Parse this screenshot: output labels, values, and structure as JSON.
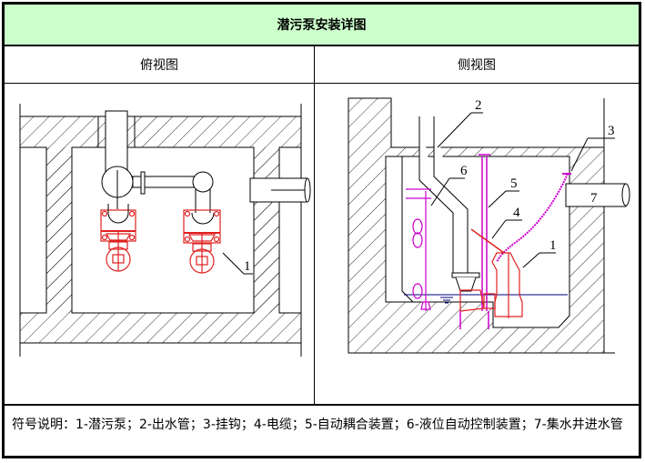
{
  "title": "潜污泵安装详图",
  "headers": {
    "left": "俯视图",
    "right": "侧视图"
  },
  "top_view": {
    "callouts": [
      {
        "number": "1",
        "target": "潜污泵"
      }
    ]
  },
  "side_view": {
    "callouts": [
      {
        "number": "1",
        "target": "潜污泵"
      },
      {
        "number": "2",
        "target": "出水管"
      },
      {
        "number": "3",
        "target": "挂钩"
      },
      {
        "number": "4",
        "target": "电缆"
      },
      {
        "number": "5",
        "target": "自动耦合装置"
      },
      {
        "number": "6",
        "target": "液位自动控制装置"
      },
      {
        "number": "7",
        "target": "集水井进水管"
      }
    ]
  },
  "legend": {
    "text": "符号说明：1-潜污泵；2-出水管；3-挂钩；4-电缆；5-自动耦合装置；6-液位自动控制装置；7-集水井进水管"
  },
  "colors": {
    "title_bg": "#CCFFCC",
    "pump": "#E02020",
    "accessory": "#CC00CC",
    "water": "#000080",
    "line": "#000000"
  }
}
